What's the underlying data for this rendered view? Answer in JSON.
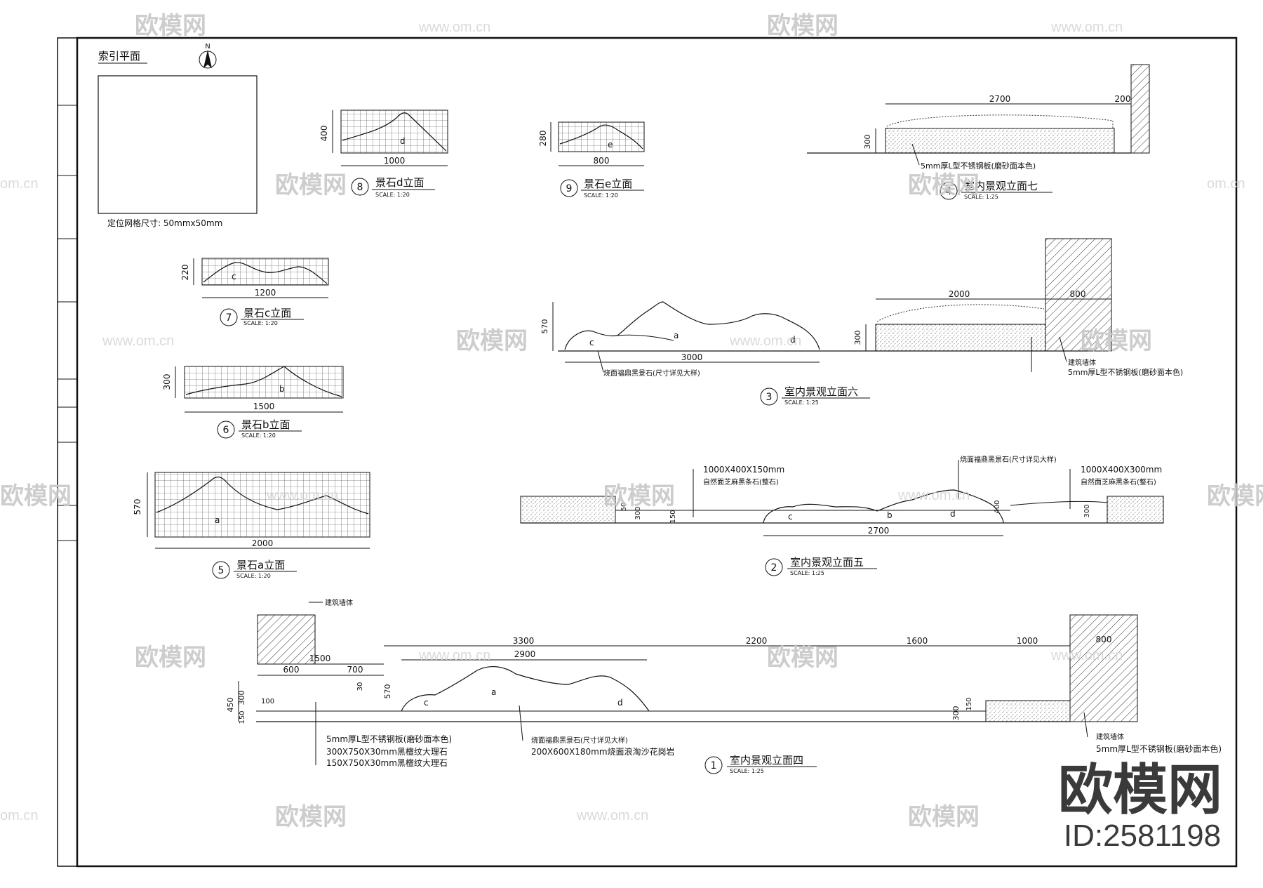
{
  "index_plan": {
    "title": "索引平面",
    "north": "N",
    "grid_note": "定位网格尺寸: 50mmx50mm"
  },
  "stones": [
    {
      "id": "d",
      "num": "8",
      "title": "景石d立面",
      "scale": "SCALE: 1:20",
      "width": "1000",
      "height": "400"
    },
    {
      "id": "e",
      "num": "9",
      "title": "景石e立面",
      "scale": "SCALE: 1:20",
      "width": "800",
      "height": "280"
    },
    {
      "id": "c",
      "num": "7",
      "title": "景石c立面",
      "scale": "SCALE: 1:20",
      "width": "1200",
      "height": "220"
    },
    {
      "id": "b",
      "num": "6",
      "title": "景石b立面",
      "scale": "SCALE: 1:20",
      "width": "1500",
      "height": "300"
    },
    {
      "id": "a",
      "num": "5",
      "title": "景石a立面",
      "scale": "SCALE: 1:20",
      "width": "2000",
      "height": "570"
    }
  ],
  "elev7": {
    "num": "4",
    "title": "室内景观立面七",
    "scale": "SCALE: 1:25",
    "dims": [
      "2700",
      "200",
      "300"
    ],
    "note": "5mm厚L型不锈钢板(磨砂面本色)"
  },
  "elev6": {
    "num": "3",
    "title": "室内景观立面六",
    "scale": "SCALE: 1:25",
    "dims": [
      "570",
      "3000",
      "2000",
      "800",
      "300"
    ],
    "note_rock": "烧面福鼎黑景石(尺寸详见大样)",
    "note_wall": "建筑墙体",
    "note_steel": "5mm厚L型不锈钢板(磨砂面本色)"
  },
  "elev5": {
    "num": "2",
    "title": "室内景观立面五",
    "scale": "SCALE: 1:25",
    "note_left1": "1000X400X150mm",
    "note_left2": "自然面芝麻黑条石(整石)",
    "note_top": "烧面福鼎黑景石(尺寸详见大样)",
    "note_right1": "1000X400X300mm",
    "note_right2": "自然面芝麻黑条石(整石)",
    "dims": [
      "50",
      "300",
      "150",
      "2700",
      "400",
      "300"
    ]
  },
  "elev4": {
    "num": "1",
    "title": "室内景观立面四",
    "scale": "SCALE: 1:25",
    "wall_note": "建筑墙体",
    "top_dims": [
      "3300",
      "2200",
      "1600",
      "1000",
      "800"
    ],
    "sub_dims": [
      "1500",
      "600",
      "700",
      "2900",
      "570",
      "30"
    ],
    "left_dims": [
      "450",
      "300",
      "150",
      "100"
    ],
    "right_dims": [
      "300",
      "150"
    ],
    "notes_left": [
      "5mm厚L型不锈钢板(磨砂面本色)",
      "300X750X30mm黑檀纹大理石",
      "150X750X30mm黑檀纹大理石"
    ],
    "notes_mid": [
      "烧面福鼎黑景石(尺寸详见大样)",
      "200X600X180mm烧面浪淘沙花岗岩"
    ],
    "notes_right": [
      "建筑墙体",
      "5mm厚L型不锈钢板(磨砂面本色)"
    ]
  },
  "rock_labels": [
    "a",
    "b",
    "c",
    "d",
    "e"
  ],
  "watermark": {
    "brand": "欧模网",
    "url": "www.om.cn",
    "url_partial": "om.cn",
    "id_label": "ID:2581198"
  }
}
